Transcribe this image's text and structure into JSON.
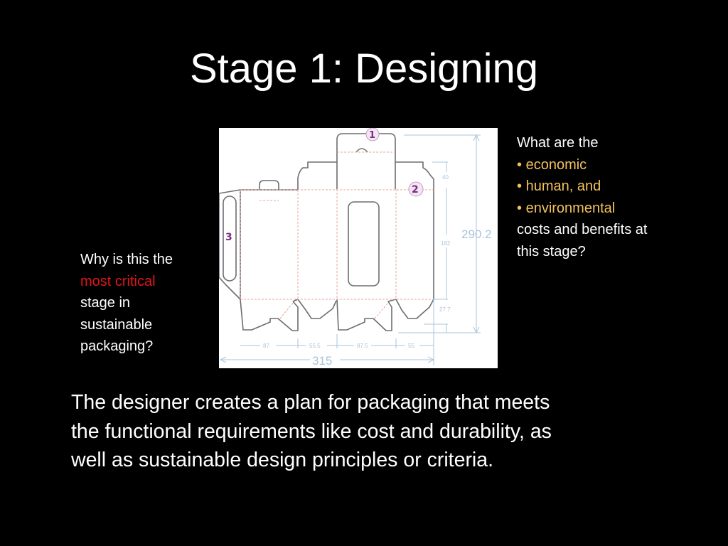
{
  "slide": {
    "title": "Stage 1: Designing",
    "left_question": {
      "line1": "Why is this the",
      "highlight": "most critical",
      "line3": "stage in",
      "line4": "sustainable",
      "line5": "packaging?"
    },
    "right_question": {
      "intro": "What are the",
      "bullet_char": "•",
      "bullets": [
        "economic",
        "human, and",
        "environmental"
      ],
      "line_after1": "costs and benefits at",
      "line_after2": "this stage?"
    },
    "body": {
      "lines": [
        "The designer creates a plan for packaging that meets",
        "the functional requirements like cost and durability, as",
        "well as sustainable design principles or criteria."
      ]
    },
    "colors": {
      "background": "#000000",
      "text": "#ffffff",
      "critical_highlight": "#e0161e",
      "bullet_highlight": "#f2c15c",
      "dieline_cut": "#6d6d72",
      "dieline_fold": "#e9a59b",
      "dimension": "#a9c4de",
      "marker": "#7b2d80"
    }
  },
  "diagram": {
    "markers": [
      "1",
      "2",
      "3"
    ],
    "dimensions": {
      "width_total": "315",
      "height_total": "290.2",
      "widths": [
        "87",
        "55.5",
        "87.5",
        "55"
      ],
      "heights": [
        "40",
        "182",
        "27.7"
      ]
    }
  }
}
